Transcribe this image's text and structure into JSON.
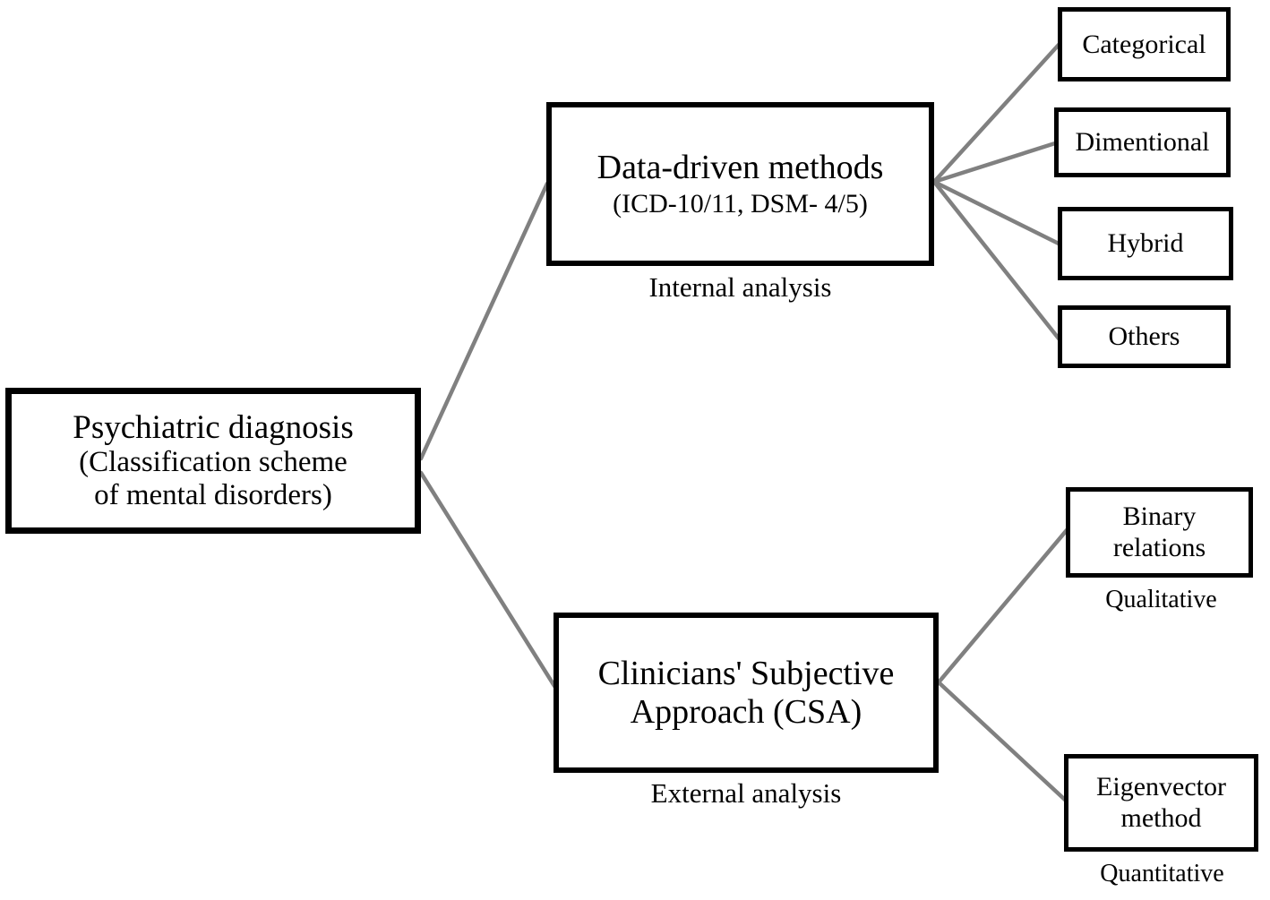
{
  "diagram": {
    "type": "hierarchical-flowchart",
    "root": {
      "title": "Psychiatric diagnosis",
      "subtitle_line1": "(Classification scheme",
      "subtitle_line2": "of mental disorders)"
    },
    "branches": [
      {
        "id": "data-driven",
        "title": "Data-driven methods",
        "subtitle": "(ICD-10/11, DSM- 4/5)",
        "caption": "Internal analysis",
        "children": [
          {
            "id": "categorical",
            "label": "Categorical",
            "caption": ""
          },
          {
            "id": "dimentional",
            "label": "Dimentional",
            "caption": ""
          },
          {
            "id": "hybrid",
            "label": "Hybrid",
            "caption": ""
          },
          {
            "id": "others",
            "label": "Others",
            "caption": ""
          }
        ]
      },
      {
        "id": "csa",
        "title": "Clinicians' Subjective Approach (CSA)",
        "subtitle": "",
        "caption": "External analysis",
        "children": [
          {
            "id": "binary-relations",
            "label": "Binary relations",
            "caption": "Qualitative"
          },
          {
            "id": "eigenvector-method",
            "label": "Eigenvector method",
            "caption": "Quantitative"
          }
        ]
      }
    ],
    "colors": {
      "box_border": "#000000",
      "box_fill": "#ffffff",
      "text": "#000000",
      "connector": "#808080",
      "background": "#ffffff"
    }
  }
}
